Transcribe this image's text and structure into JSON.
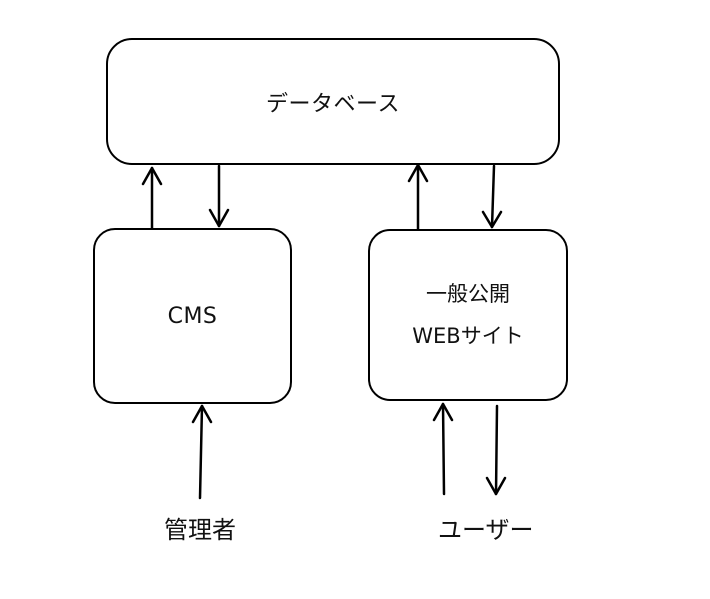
{
  "database": {
    "label": "データベース"
  },
  "cms": {
    "label": "CMS"
  },
  "public_site": {
    "line1": "一般公開",
    "line2": "WEBサイト"
  },
  "actors": {
    "admin": "管理者",
    "user": "ユーザー"
  },
  "colors": {
    "stroke": "#000000",
    "background": "#ffffff"
  }
}
